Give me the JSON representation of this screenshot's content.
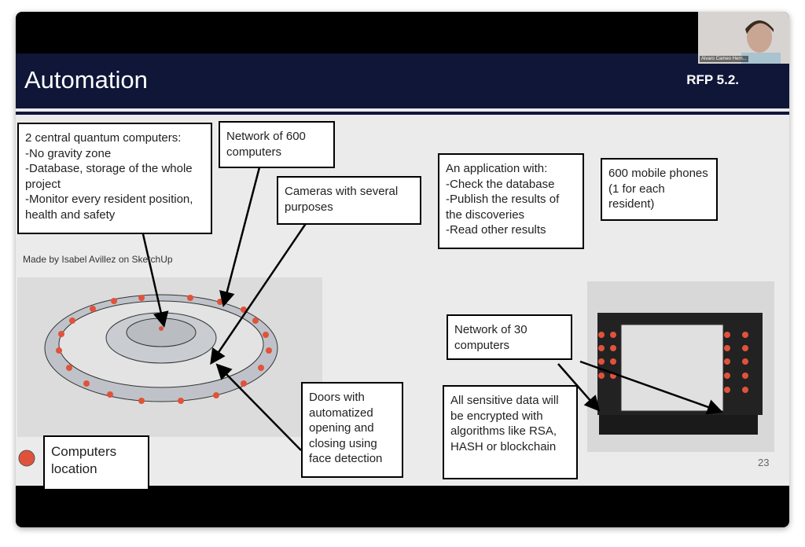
{
  "slide": {
    "title": "Automation",
    "rfp": "RFP 5.2.",
    "page_number": "23",
    "credit": "Made by Isabel Avillez on SketchUp"
  },
  "participant": {
    "name": "Alvaro Cameo Hern..."
  },
  "boxes": {
    "quantum": "2 central quantum computers:\n-No gravity zone\n-Database, storage of the whole project\n-Monitor every resident position, health and safety",
    "network600": "Network of 600 computers",
    "cameras": "Cameras with several purposes",
    "app": "An application with:\n-Check the database\n-Publish the results of the discoveries\n-Read other results",
    "phones": "600 mobile phones (1 for each resident)",
    "network30": "Network of 30 computers",
    "doors": "Doors with automatized opening and closing using face detection",
    "encrypt": "All sensitive data will be encrypted with algorithms like RSA, HASH or blockchain",
    "legend": "Computers location"
  },
  "colors": {
    "navy": "#0f1638",
    "dot": "#e0533a"
  }
}
